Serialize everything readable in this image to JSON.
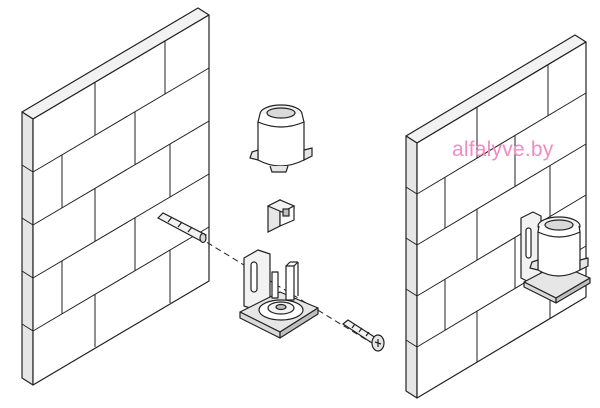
{
  "watermark": {
    "text": "alfalyve.by",
    "color": "#f08cc4"
  },
  "colors": {
    "line": "#222222",
    "wall_face": "#ffffff",
    "wall_side": "#e6e6e6",
    "wall_top": "#f2f2f2",
    "part_shade": "#d9d9d9",
    "part_dark": "#bfbfbf"
  },
  "illustration": {
    "left_wall": "brick-wall",
    "right_wall": "brick-wall",
    "parts": [
      "wall-plug",
      "bracket-with-base",
      "screw",
      "small-clip",
      "cap"
    ]
  }
}
